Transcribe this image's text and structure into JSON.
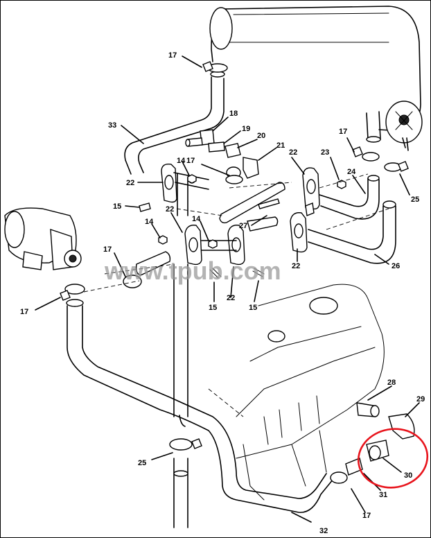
{
  "watermark": "www.tpub.com",
  "highlight_color": "#e8141c",
  "callouts": {
    "c17a": "17",
    "c33": "33",
    "c18": "18",
    "c19": "19",
    "c20": "20",
    "c21": "21",
    "c17b": "17",
    "c22a": "22",
    "c23": "23",
    "c24": "24",
    "c25a": "25",
    "c22b": "22",
    "c14a": "14",
    "c17c": "17",
    "c15a": "15",
    "c22c": "22",
    "c14b": "14",
    "c14c": "14",
    "c27": "27",
    "c22d": "22",
    "c26": "26",
    "c17d": "17",
    "c17e": "17",
    "c15b": "15",
    "c22e": "22",
    "c15c": "15",
    "c28": "28",
    "c29": "29",
    "c25b": "25",
    "c30": "30",
    "c31": "31",
    "c17f": "17",
    "c32": "32"
  }
}
